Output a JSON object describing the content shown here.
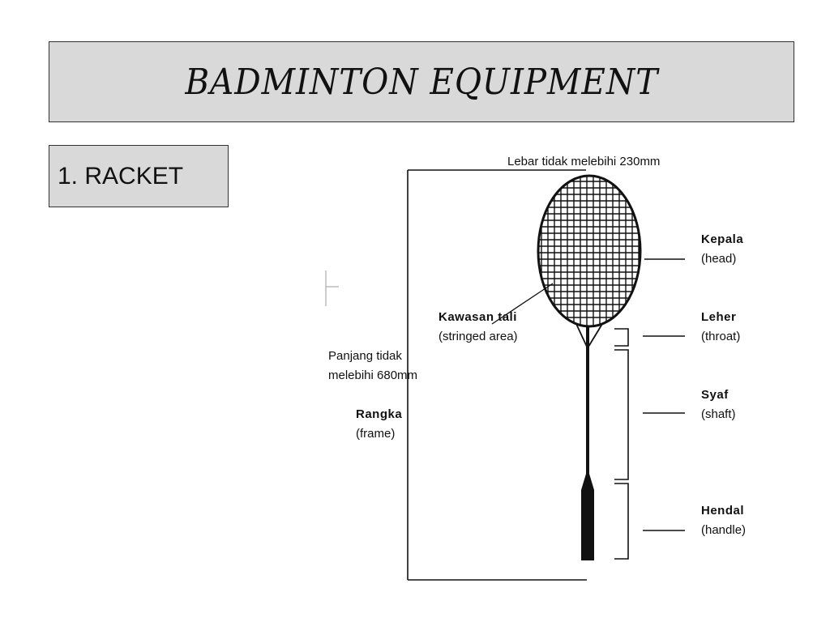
{
  "header": {
    "title": "BADMINTON EQUIPMENT"
  },
  "section": {
    "label": "1.  RACKET"
  },
  "diagram": {
    "width_note": "Lebar tidak melebihi 230mm",
    "length_note": {
      "line1": "Panjang tidak",
      "line2": "melebihi 680mm"
    },
    "stringed_area": {
      "name": "Kawasan tali",
      "translation": "(stringed area)"
    },
    "frame": {
      "name": "Rangka",
      "translation": "(frame)"
    },
    "parts": [
      {
        "name": "Kepala",
        "translation": "(head)"
      },
      {
        "name": "Leher",
        "translation": "(throat)"
      },
      {
        "name": "Syaf",
        "translation": "(shaft)"
      },
      {
        "name": "Hendal",
        "translation": "(handle)"
      }
    ],
    "colors": {
      "line": "#111111",
      "box_fill": "#d9d9d9"
    }
  }
}
